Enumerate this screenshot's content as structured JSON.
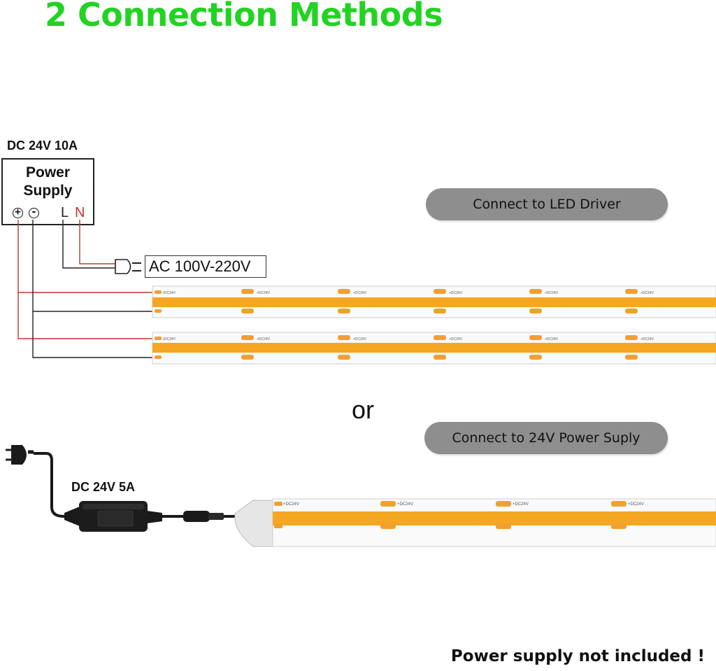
{
  "title": "2 Connection Methods",
  "method1": {
    "spec": "DC 24V 10A",
    "power_supply_line1": "Power",
    "power_supply_line2": "Supply",
    "plus": "+",
    "minus": "-",
    "live": "L",
    "neutral": "N",
    "ac_input": "AC 100V-220V",
    "pill_label": "Connect to LED Driver"
  },
  "strip_marks": {
    "plus_text": "+DC24V",
    "minus_text": "-"
  },
  "separator": "or",
  "method2": {
    "spec": "DC 24V 5A",
    "pill_label": "Connect to 24V Power Suply"
  },
  "footer": "Power supply not included !",
  "colors": {
    "title_green": "#22d322",
    "strip_orange": "#f5a623",
    "wire_red": "#c0392b",
    "wire_black": "#222222",
    "pill_gray": "#8e8e8e"
  }
}
